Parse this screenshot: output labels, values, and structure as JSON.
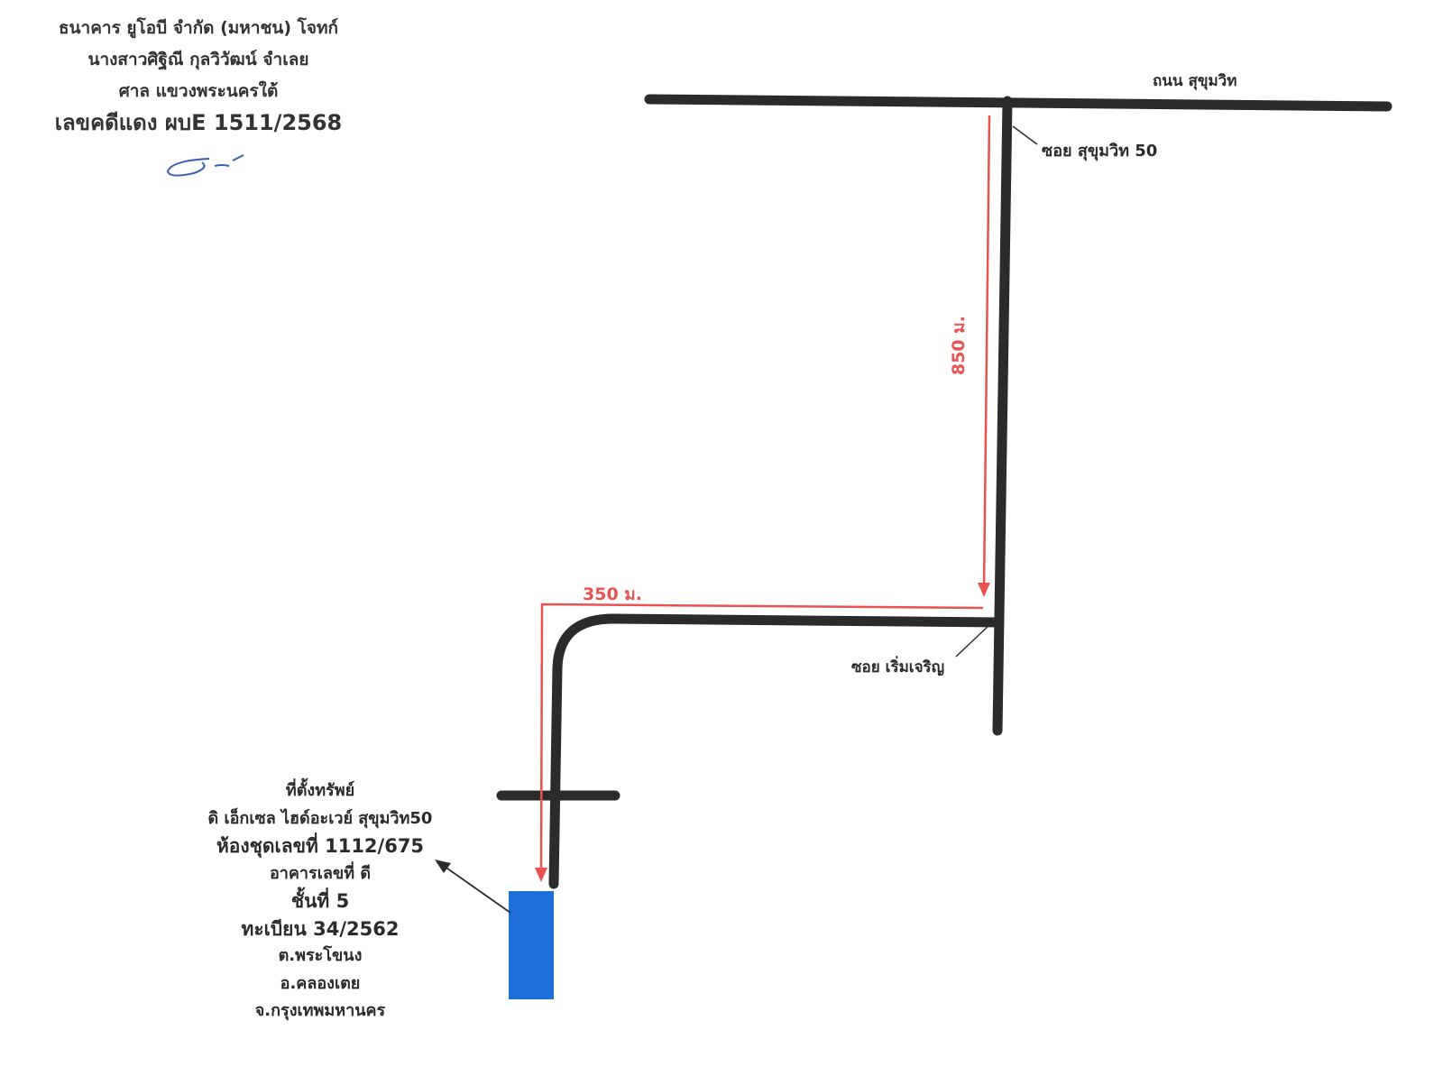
{
  "header": {
    "plaintiff_line": "ธนาคาร ยูโอบี จำกัด (มหาชน)    โจทก์",
    "defendant_line": "นางสาวศิฐิณี  กุลวิวัฒน์     จำเลย",
    "court_line": "ศาล   แขวงพระนครใต้",
    "case_line": "เลขคดีแดง  ผบE 1511/2568"
  },
  "roads": {
    "main_road": "ถนน สุขุมวิท",
    "soi_sukhumvit": "ซอย สุขุมวิท 50",
    "soi_roem": "ซอย เริ่มเจริญ"
  },
  "distances": {
    "vertical": "850 ม.",
    "horizontal": "350 ม."
  },
  "property": {
    "title": "ที่ตั้งทรัพย์",
    "project": "ดิ เอ็กเซล ไฮด์อะเวย์ สุขุมวิท50",
    "unit": "ห้องชุดเลขที่ 1112/675",
    "building": "อาคารเลขที่  ดี",
    "floor": "ชั้นที่ 5",
    "registration": "ทะเบียน  34/2562",
    "subdistrict": "ต.พระโขนง",
    "district": "อ.คลองเตย",
    "province": "จ.กรุงเทพมหานคร"
  },
  "colors": {
    "road": "#2b2b2b",
    "route": "#e8524f",
    "property_marker": "#1e6fd9",
    "signature": "#3a5fb0"
  },
  "icons": {
    "signature": "handwritten-signature",
    "pointer": "arrow-pointer-icon"
  }
}
